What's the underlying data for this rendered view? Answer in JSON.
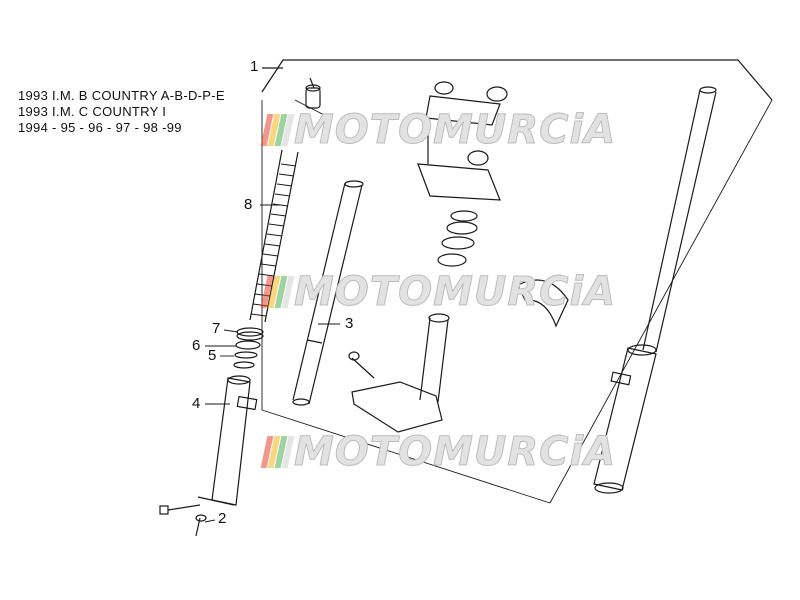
{
  "notes": [
    "1993 I.M. B COUNTRY A-B-D-P-E",
    "1993 I.M. C COUNTRY I",
    "1994 - 95 - 96 - 97 - 98 -99"
  ],
  "callouts": {
    "c1": "1",
    "c2": "2",
    "c3": "3",
    "c4": "4",
    "c5": "5",
    "c6": "6",
    "c7": "7",
    "c8": "8"
  },
  "watermark": {
    "text": "MOTOMURCiA",
    "colors": [
      "#e8412c",
      "#f2b51b",
      "#4caf50",
      "#cfcfcf"
    ]
  }
}
